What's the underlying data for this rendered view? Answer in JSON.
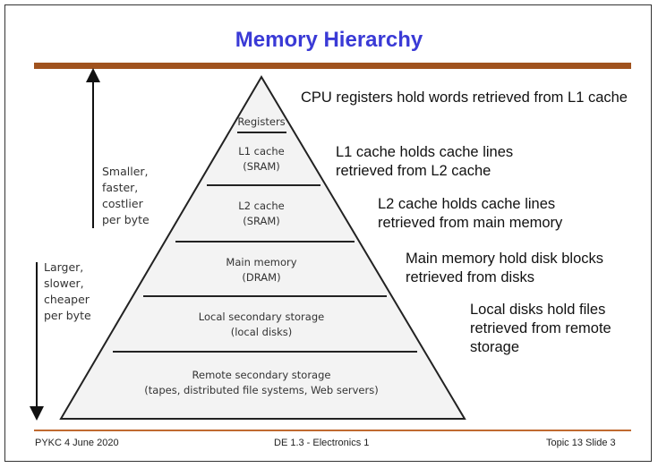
{
  "title": "Memory Hierarchy",
  "pyramid": {
    "layers": [
      {
        "label": "Registers",
        "description": "CPU registers hold words retrieved from L1 cache"
      },
      {
        "label": "L1 cache\n(SRAM)",
        "description": "L1 cache holds cache lines\nretrieved from L2 cache"
      },
      {
        "label": "L2 cache\n(SRAM)",
        "description": "L2 cache holds cache lines\nretrieved from main memory"
      },
      {
        "label": "Main memory\n(DRAM)",
        "description": "Main memory hold disk blocks\nretrieved from disks"
      },
      {
        "label": "Local secondary storage\n(local disks)",
        "description": "Local disks hold files\nretrieved from remote\nstorage"
      },
      {
        "label": "Remote secondary storage\n(tapes, distributed file systems, Web servers)",
        "description": ""
      }
    ]
  },
  "up_arrow_label": "Smaller,\nfaster,\ncostlier\nper byte",
  "down_arrow_label": "Larger,\nslower,\ncheaper\nper byte",
  "footer": {
    "left": "PYKC  4 June 2020",
    "center": "DE 1.3 -  Electronics 1",
    "right": "Topic 13   Slide 3"
  },
  "colors": {
    "title": "#3a3ad6",
    "rule": "#a0521e",
    "layer_fill": "#f3f3f3",
    "outline": "#222222"
  }
}
